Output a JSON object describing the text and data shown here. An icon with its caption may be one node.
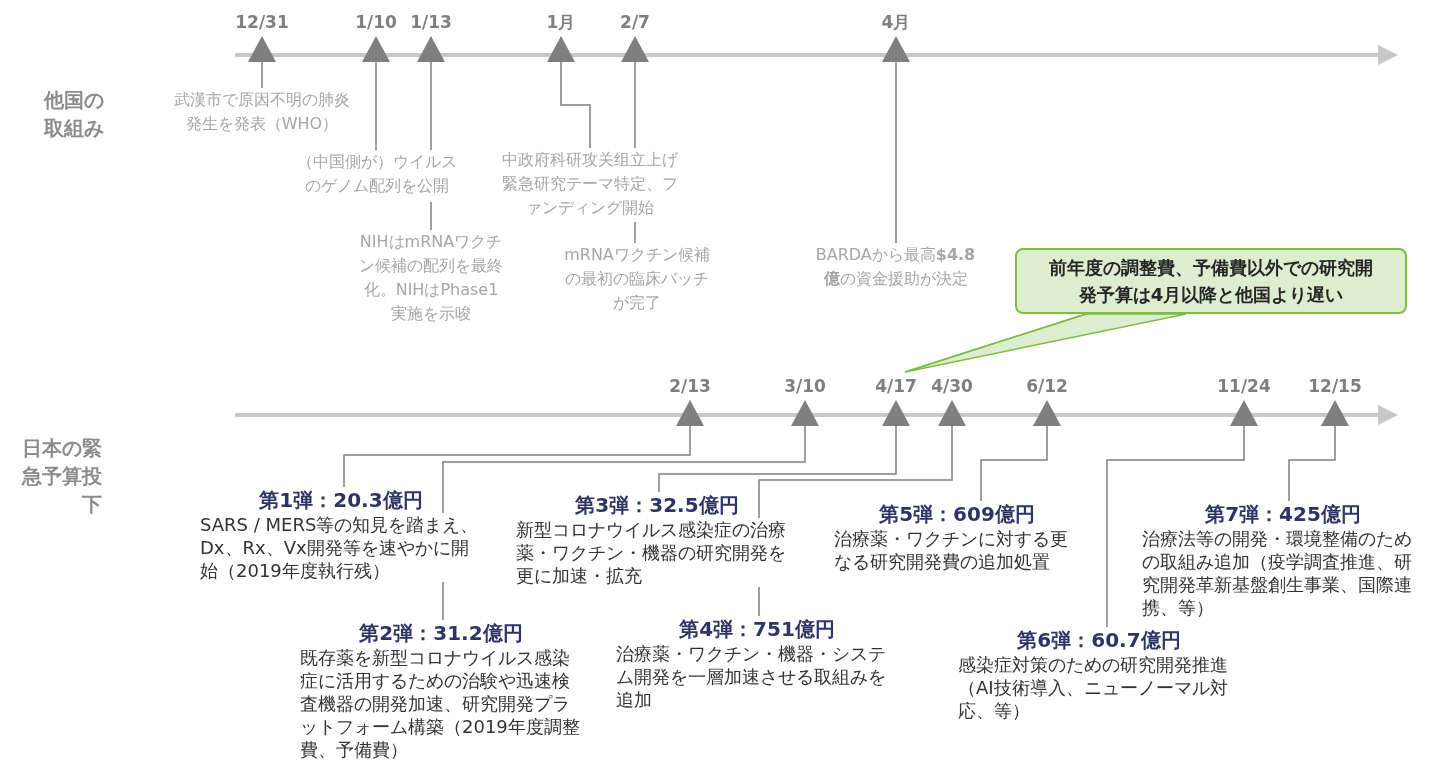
{
  "diagram": {
    "nodes": [
      {
        "text": [
          "12/31"
        ]
      },
      {
        "text": [
          "1/10"
        ]
      },
      {
        "text": [
          "1/13"
        ]
      },
      {
        "text": [
          "1月"
        ]
      },
      {
        "text": [
          "2/7"
        ]
      },
      {
        "text": [
          "4月"
        ]
      },
      {
        "text": [
          "武漢市で原因不明の肺炎発生を発表（WHO）"
        ]
      },
      {
        "text": [
          "（中国側が）ウイルスのゲノム配列を公開"
        ]
      },
      {
        "text": [
          "NIHはmRNAワクチン候補の配列を最終化。NIHはPhase1実施を示唆"
        ]
      },
      {
        "text": [
          "中政府科研攻关组立上げ緊急研究テーマ特定、ファンディング開始"
        ]
      },
      {
        "text": [
          "mRNAワクチン候補の最初の臨床バッチが完了"
        ]
      },
      {
        "text": [
          "BARDAから最高**$4.8億**の資金援助が決定"
        ]
      },
      {
        "text": [
          "前年度の調整費、予備費以外での研究開発予算は4月以降と他国より遅い"
        ]
      },
      {
        "text": [
          "2/13"
        ]
      },
      {
        "text": [
          "3/10"
        ]
      },
      {
        "text": [
          "4/17"
        ]
      },
      {
        "text": [
          "4/30"
        ]
      },
      {
        "text": [
          "6/12"
        ]
      },
      {
        "text": [
          "11/24"
        ]
      },
      {
        "text": [
          "12/15"
        ]
      },
      {
        "text": [
          "第1弾：20.3億円",
          "SARS / MERS等の知見を踏まえ、Dx、Rx、Vx開発等を速やかに開始（2019年度執行残）"
        ]
      },
      {
        "text": [
          "第2弾：31.2億円",
          "既存薬を新型コロナウイルス感染症に活用するための治験や迅速検査機器の開発加速、研究開発プラットフォーム構築（2019年度調整費、予備費）"
        ]
      },
      {
        "text": [
          "第3弾：32.5億円",
          "新型コロナウイルス感染症の治療薬・ワクチン・機器の研究開発を更に加速・拡充"
        ]
      },
      {
        "text": [
          "第4弾：751億円",
          "治療薬・ワクチン・機器・システム開発を一層加速させる取組みを追加"
        ]
      },
      {
        "text": [
          "第5弾：609億円",
          "治療薬・ワクチンに対する更なる研究開発費の追加処置"
        ]
      },
      {
        "text": [
          "第6弾：60.7億円",
          "感染症対策のための研究開発推進（AI技術導入、ニューノーマル対応、等）"
        ]
      },
      {
        "text": [
          "第7弾：425億円",
          "治療法等の開発・環境整備のための取組み追加（疫学調査推進、研究開発革新基盤創生事業、国際連携、等）"
        ]
      }
    ],
    "edges": [
      {
        "from": 0,
        "to": 6,
        "arrow": "none"
      },
      {
        "from": 1,
        "to": 7,
        "arrow": "none"
      },
      {
        "from": 2,
        "to": 8,
        "arrow": "none"
      },
      {
        "from": 3,
        "to": 9,
        "arrow": "none"
      },
      {
        "from": 4,
        "to": 10,
        "arrow": "none"
      },
      {
        "from": 5,
        "to": 11,
        "arrow": "none"
      },
      {
        "from": 12,
        "to": 15,
        "arrow": "none"
      },
      {
        "from": 13,
        "to": 20,
        "arrow": "none"
      },
      {
        "from": 14,
        "to": 21,
        "arrow": "none"
      },
      {
        "from": 15,
        "to": 22,
        "arrow": "none"
      },
      {
        "from": 16,
        "to": 23,
        "arrow": "none"
      },
      {
        "from": 17,
        "to": 24,
        "arrow": "none"
      },
      {
        "from": 18,
        "to": 25,
        "arrow": "none"
      },
      {
        "from": 19,
        "to": 26,
        "arrow": "none"
      }
    ],
    "labels": [
      "他国の取組み",
      "日本の緊急予算投下"
    ]
  }
}
